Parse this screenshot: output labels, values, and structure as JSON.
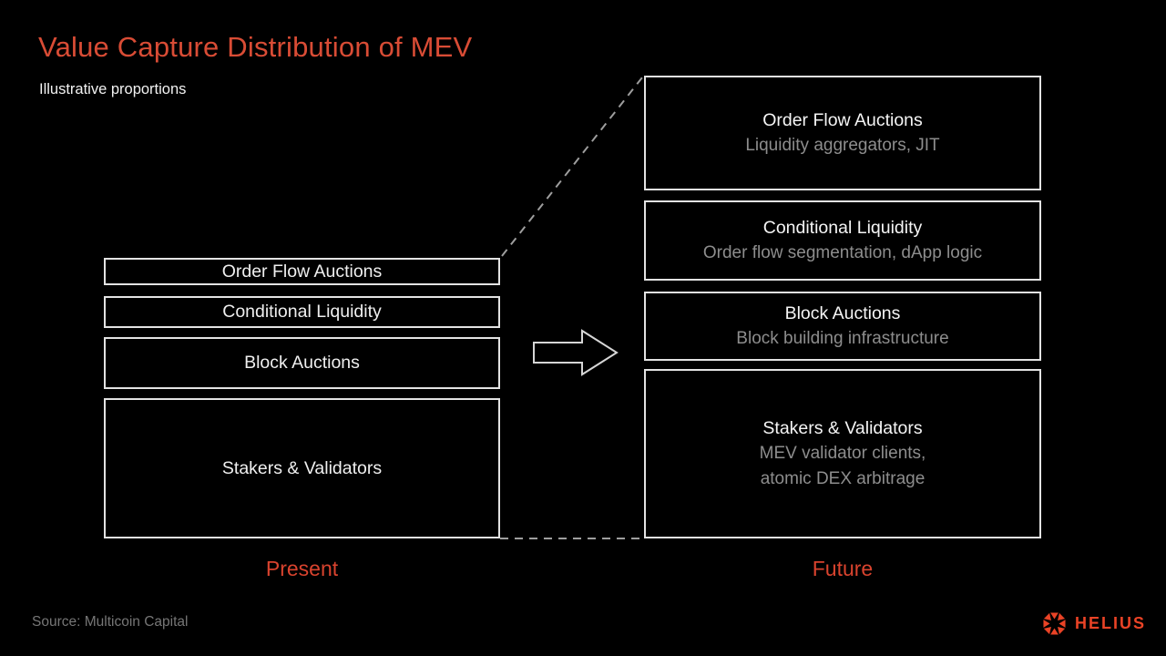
{
  "slide": {
    "title": "Value Capture Distribution of MEV",
    "subtitle": "Illustrative proportions"
  },
  "present": {
    "label": "Present",
    "boxes": [
      {
        "title": "Order Flow Auctions"
      },
      {
        "title": "Conditional Liquidity"
      },
      {
        "title": "Block Auctions"
      },
      {
        "title": "Stakers & Validators"
      }
    ]
  },
  "future": {
    "label": "Future",
    "boxes": [
      {
        "title": "Order Flow Auctions",
        "subtitle": "Liquidity aggregators, JIT"
      },
      {
        "title": "Conditional Liquidity",
        "subtitle": "Order flow segmentation, dApp logic"
      },
      {
        "title": "Block Auctions",
        "subtitle": "Block building infrastructure"
      },
      {
        "title": "Stakers & Validators",
        "subtitle": "MEV validator clients,\natomic DEX arbitrage"
      }
    ]
  },
  "footer": {
    "source": "Source: Multicoin Capital",
    "logo": {
      "text": "HELIUS",
      "icon": "helius-sun-icon"
    }
  },
  "colors": {
    "background": "#000000",
    "accent_red": "#d94c35",
    "label_red": "#d9432e",
    "logo_red": "#ea4326",
    "box_border": "#e3e3e3",
    "box_text": "#f0f0f0",
    "muted_text": "#8d8d8d",
    "source_text": "#767676",
    "dash_gray": "#9e9e9e"
  }
}
